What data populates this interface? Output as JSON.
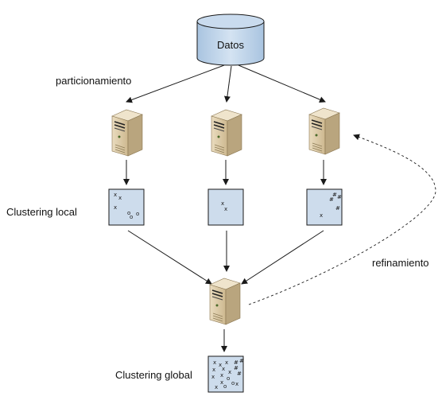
{
  "database": {
    "label": "Datos"
  },
  "labels": {
    "partition": "particionamiento",
    "local_clustering": "Clustering local",
    "refinement": "refinamiento",
    "global_clustering": "Clustering global"
  },
  "colors": {
    "box_fill": "#cddcec",
    "box_stroke": "#1a1a1a",
    "db_fill": "#bcd3ea",
    "server_body": "#dfcfae",
    "server_side": "#b19d77",
    "server_top": "#eee2c8"
  },
  "local_clusters": [
    {
      "name": "left",
      "symbols": [
        "x",
        "x",
        "x",
        "o",
        "o",
        "o"
      ]
    },
    {
      "name": "middle",
      "symbols": [
        "x",
        "x"
      ]
    },
    {
      "name": "right",
      "symbols": [
        "#",
        "#",
        "#",
        "#",
        "x"
      ]
    }
  ],
  "global_cluster": {
    "symbols": [
      "x",
      "x",
      "x",
      "x",
      "x",
      "x",
      "x",
      "x",
      "x",
      "o",
      "o",
      "o",
      "#",
      "#",
      "#",
      "#",
      "x",
      "x"
    ]
  }
}
